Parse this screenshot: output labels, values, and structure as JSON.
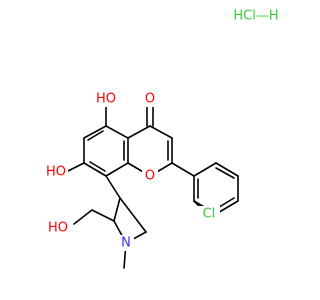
{
  "salt": {
    "text": "HCl—H",
    "color": "#33cc33"
  },
  "atoms": {
    "ketone_o": {
      "text": "O",
      "color": "#ff0000"
    },
    "oh5": {
      "text": "HO",
      "color": "#ff0000"
    },
    "oh7": {
      "text": "HO",
      "color": "#ff0000"
    },
    "ring_o": {
      "text": "O",
      "color": "#ff0000"
    },
    "hydroxyl": {
      "text": "HO",
      "color": "#ff0000"
    },
    "chloro": {
      "text": "Cl",
      "color": "#33cc33"
    },
    "nitrogen": {
      "text": "N",
      "color": "#3333ff"
    }
  }
}
